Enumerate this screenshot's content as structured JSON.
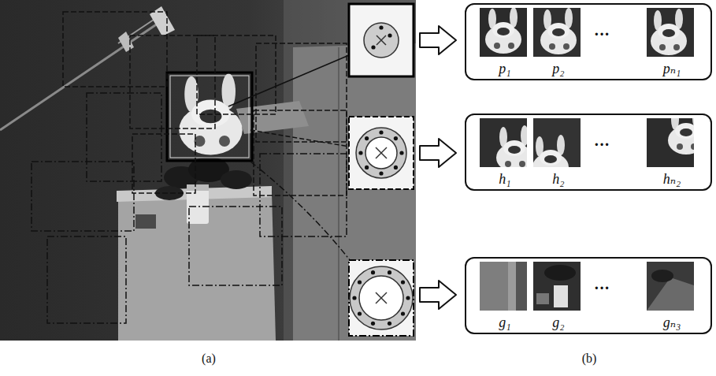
{
  "diagram": {
    "nodes": [
      {
        "text": [
          "p₁",
          "p₂",
          "···",
          "pₙ₁"
        ]
      },
      {
        "text": [
          "h₁",
          "h₂",
          "···",
          "hₙ₂"
        ]
      },
      {
        "text": [
          "g₁",
          "g₂",
          "···",
          "gₙ₃"
        ]
      }
    ],
    "labels": [
      "(a)",
      "(b)"
    ]
  }
}
